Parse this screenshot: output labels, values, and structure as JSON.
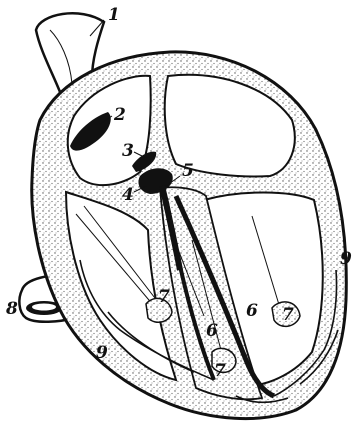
{
  "figure": {
    "labels": {
      "l1": "1",
      "l2": "2",
      "l3": "3",
      "l4": "4",
      "l5": "5",
      "l6a": "6",
      "l6b": "6",
      "l7a": "7",
      "l7b": "7",
      "l7c": "7",
      "l8": "8",
      "l9a": "9",
      "l9b": "9"
    },
    "colors": {
      "ink": "#111111",
      "paper": "#ffffff",
      "tissue_stipple": "#d9d9d9"
    }
  }
}
